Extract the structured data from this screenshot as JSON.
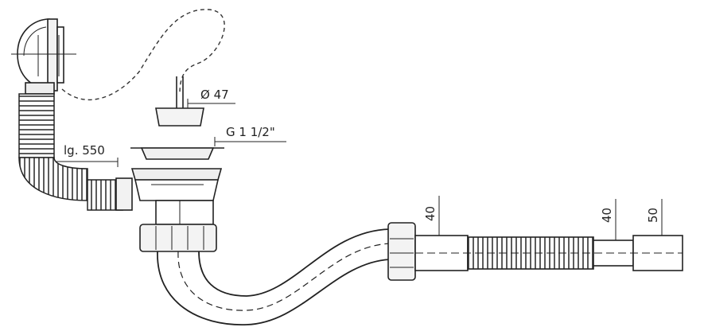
{
  "drawing": {
    "overflow_length": "lg. 550",
    "plug_diameter": "Ø 47",
    "thread_size": "G 1 1/2\"",
    "pipe_diameter_inlet": "40",
    "pipe_diameter_mid": "40",
    "pipe_diameter_outlet": "50"
  }
}
